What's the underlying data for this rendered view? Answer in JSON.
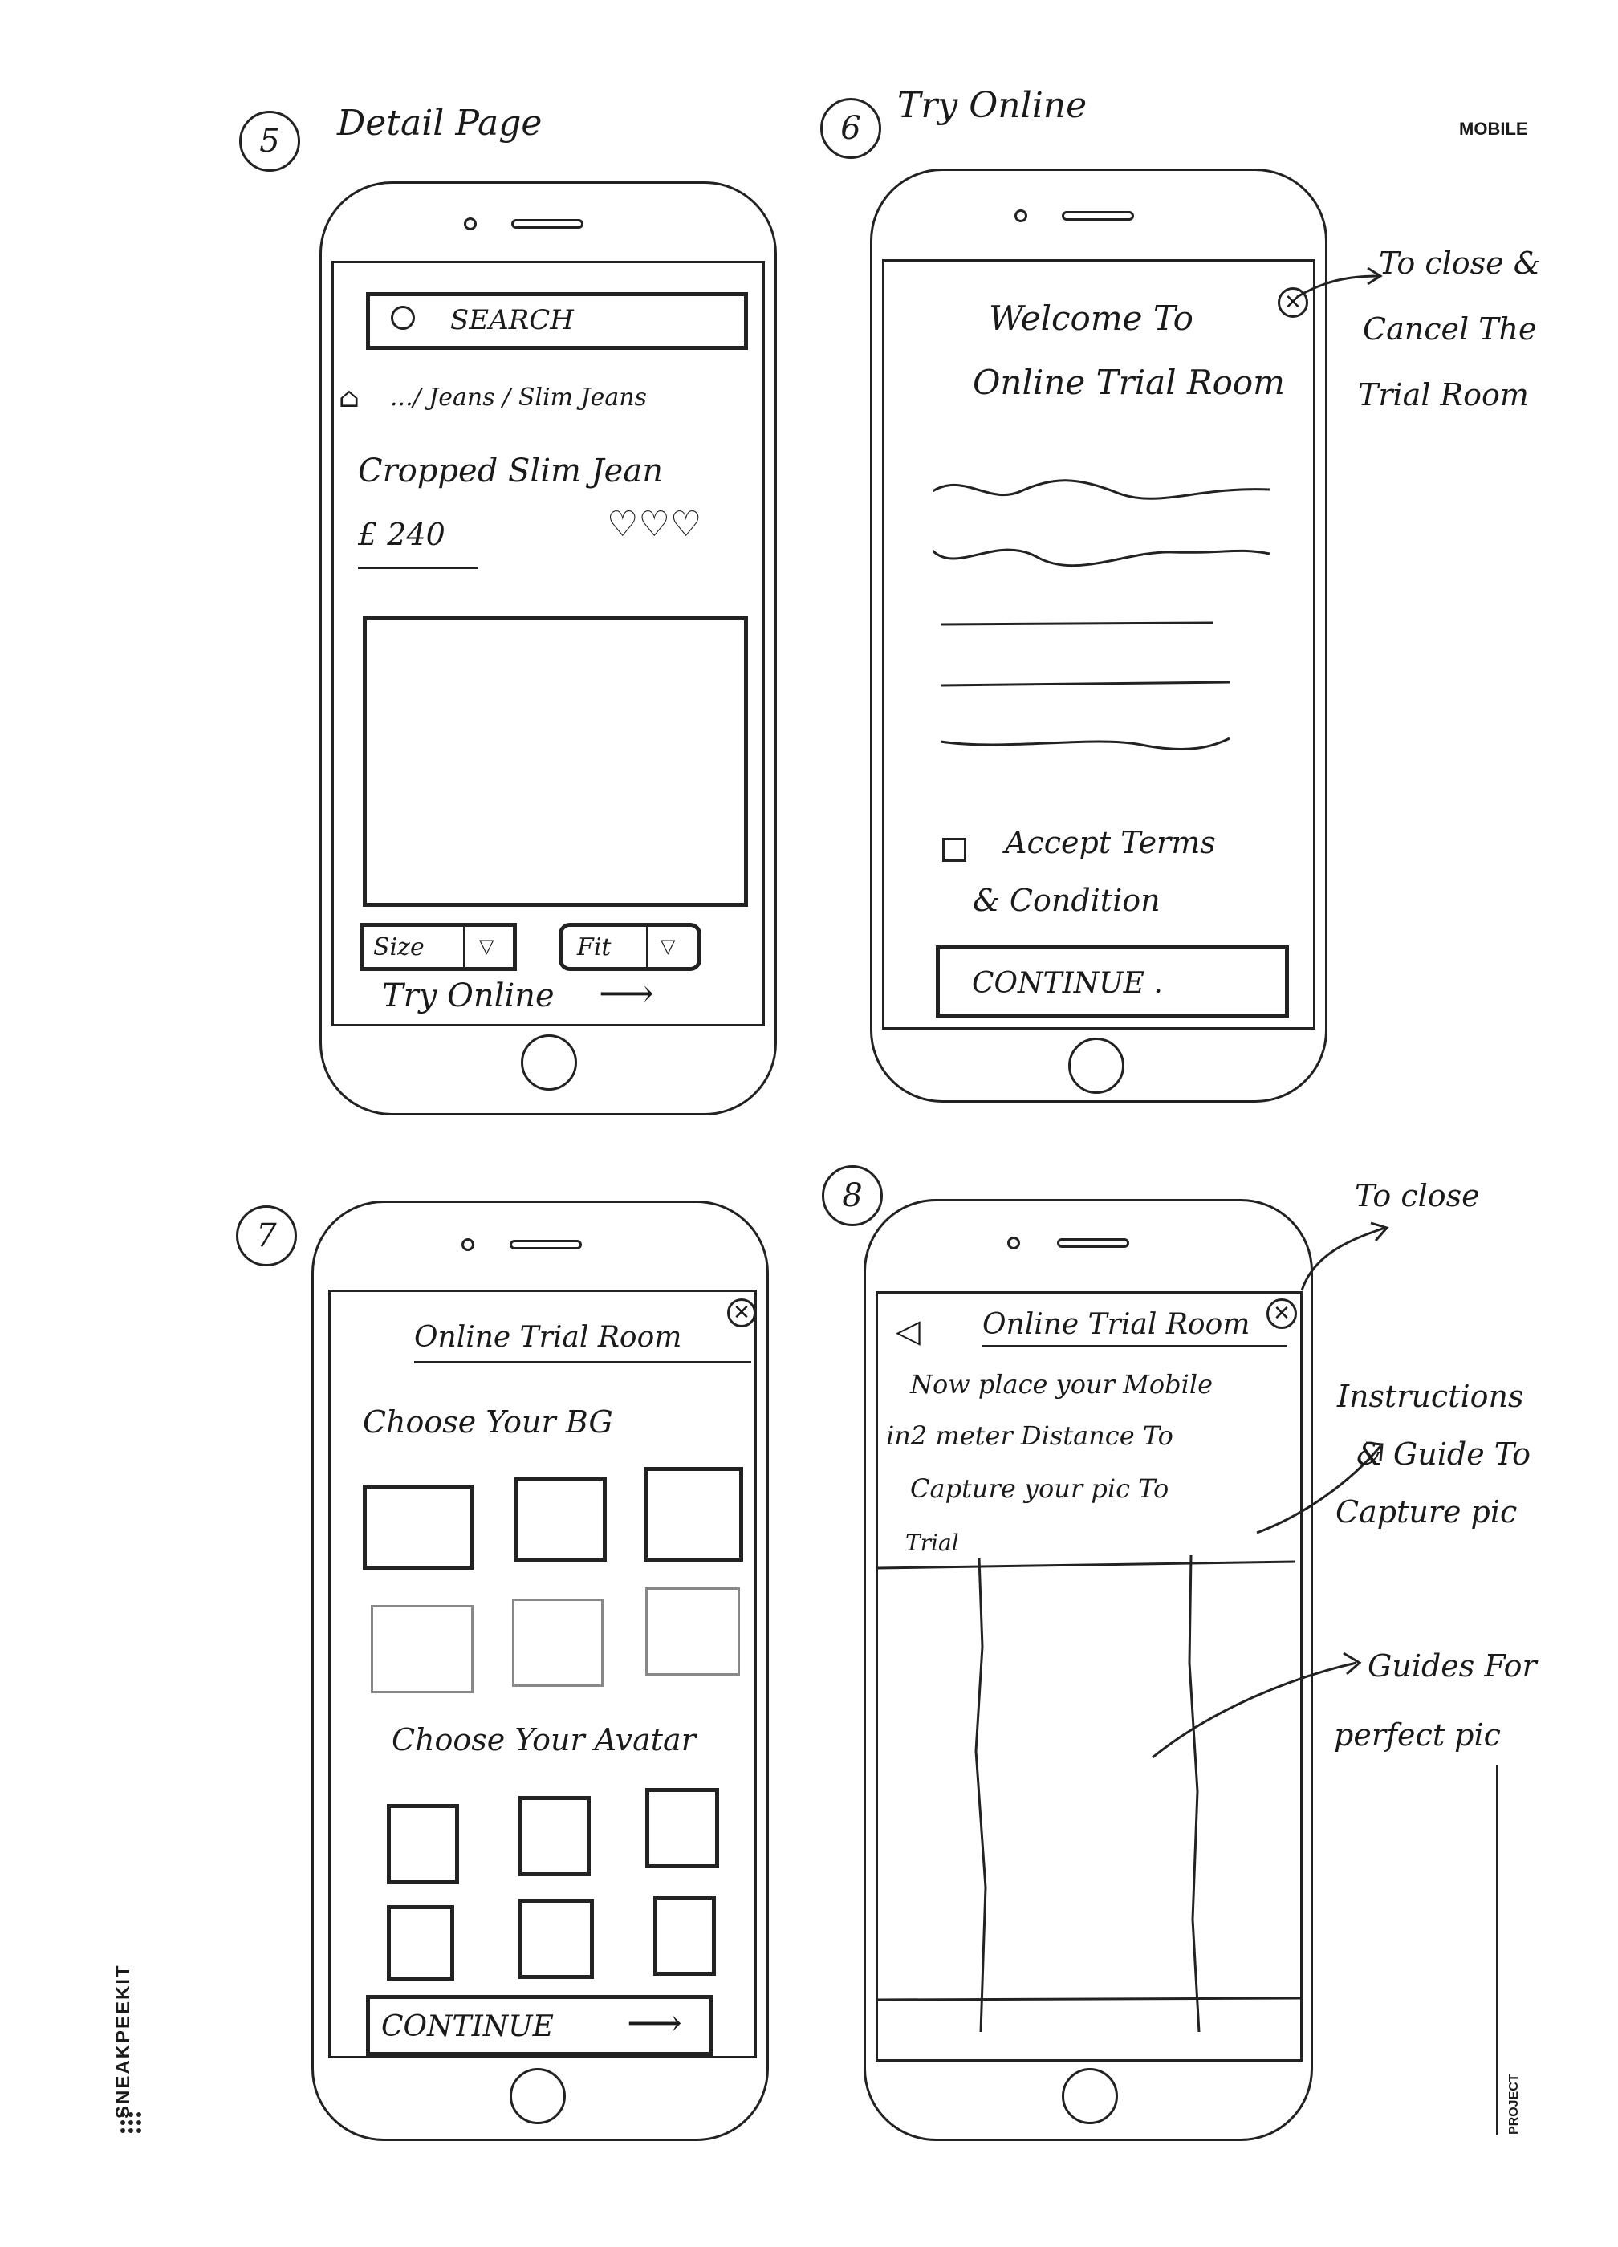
{
  "header": {
    "mobile_label": "MOBILE"
  },
  "side": {
    "brand": "SNEAKPEEKIT",
    "project_label": "PROJECT"
  },
  "screens": {
    "s5": {
      "number": "5",
      "title": "Detail Page",
      "search_label": "SEARCH",
      "breadcrumb": ".../ Jeans / Slim Jeans",
      "product_name": "Cropped Slim Jean",
      "price": "£ 240",
      "hearts": "♡♡♡",
      "size_label": "Size",
      "fit_label": "Fit",
      "try_online_label": "Try Online"
    },
    "s6": {
      "number": "6",
      "title": "Try Online",
      "welcome_line1": "Welcome To",
      "welcome_line2": "Online Trial Room",
      "accept_line1": "Accept Terms",
      "accept_line2": "& Condition",
      "continue_label": "CONTINUE ."
    },
    "s7": {
      "number": "7",
      "heading": "Online Trial Room",
      "choose_bg": "Choose Your BG",
      "choose_avatar": "Choose Your Avatar",
      "continue_label": "CONTINUE"
    },
    "s8": {
      "number": "8",
      "heading": "Online Trial Room",
      "instruction_lines": [
        "Now place your Mobile",
        "in2 meter Distance To",
        "Capture your pic To",
        "Trial"
      ]
    }
  },
  "annotations": {
    "close_cancel": [
      "To close &",
      "Cancel The",
      "Trial Room"
    ],
    "to_close": "To close",
    "instructions": [
      "Instructions",
      "& Guide To",
      "Capture pic"
    ],
    "guides": [
      "Guides For",
      "perfect pic"
    ]
  }
}
